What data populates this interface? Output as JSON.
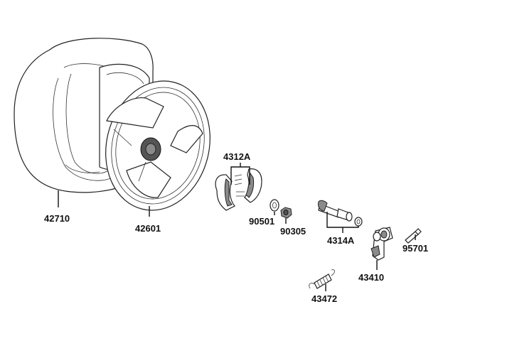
{
  "parts": {
    "tire": "42710",
    "rim": "42601",
    "brake_shoe": "4312A",
    "washer": "90501",
    "nut": "90305",
    "brake_cam": "4314A",
    "cotter_pin": "95701",
    "brake_arm": "43410",
    "spring": "43472"
  }
}
